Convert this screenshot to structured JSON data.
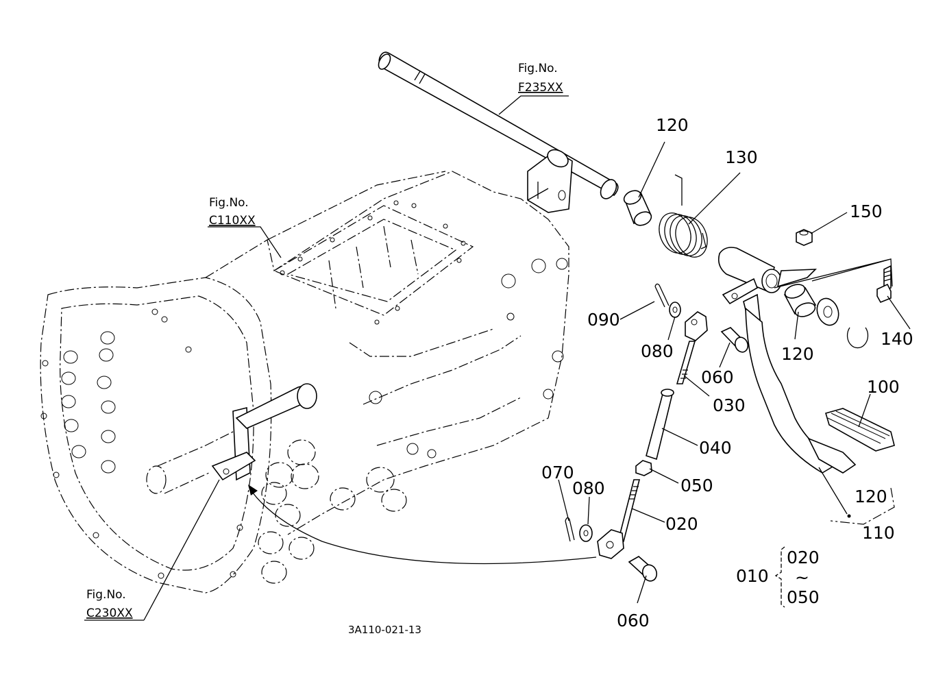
{
  "fig_refs": {
    "f235": {
      "line1": "Fig.No.",
      "line2": "F235XX"
    },
    "c110": {
      "line1": "Fig.No.",
      "line2": "C110XX"
    },
    "c230": {
      "line1": "Fig.No.",
      "line2": "C230XX"
    }
  },
  "callouts": {
    "p120_top": "120",
    "p130": "130",
    "p150": "150",
    "p140": "140",
    "p120_mid": "120",
    "p090": "090",
    "p080_top": "080",
    "p060_top": "060",
    "p030": "030",
    "p040": "040",
    "p050": "050",
    "p100": "100",
    "p120_low": "120",
    "p110": "110",
    "p070": "070",
    "p080_low": "080",
    "p020": "020",
    "p060_low": "060"
  },
  "assembly": {
    "main": "010",
    "from": "020",
    "tilde": "~",
    "to": "050"
  },
  "diagram_code": "3A110-021-13"
}
